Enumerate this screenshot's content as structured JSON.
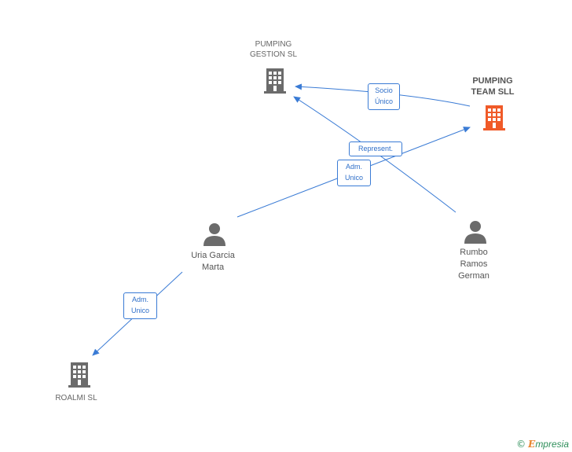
{
  "nodes": {
    "pumping_gestion": {
      "label_line1": "PUMPING",
      "label_line2": "GESTION SL"
    },
    "pumping_team": {
      "label_line1": "PUMPING",
      "label_line2": "TEAM SLL"
    },
    "uria": {
      "label_line1": "Uria Garcia",
      "label_line2": "Marta"
    },
    "rumbo": {
      "label_line1": "Rumbo",
      "label_line2": "Ramos",
      "label_line3": "German"
    },
    "roalmi": {
      "label": "ROALMI SL"
    }
  },
  "edges": {
    "socio": {
      "line1": "Socio",
      "line2": "Único"
    },
    "represent": {
      "line1": "Represent."
    },
    "adm_team": {
      "line1": "Adm.",
      "line2": "Unico"
    },
    "adm_roalmi": {
      "line1": "Adm.",
      "line2": "Unico"
    }
  },
  "colors": {
    "edge": "#3a7bd5",
    "company": "#6b6b6b",
    "main_company": "#f05a28",
    "person": "#6b6b6b"
  },
  "footer": {
    "copyright": "©",
    "brand_initial": "E",
    "brand_rest": "mpresia"
  }
}
